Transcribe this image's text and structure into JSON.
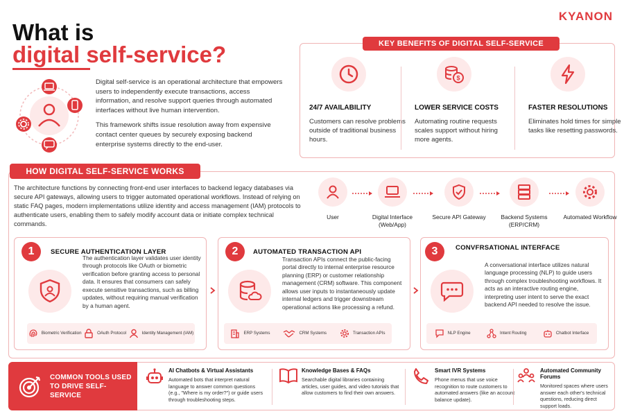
{
  "logo": "KYANON",
  "title": {
    "line1": "What is",
    "line2": "digital self-service?"
  },
  "intro": {
    "p1": "Digital self-service is an operational architecture that empowers users to independently execute transactions, access information, and resolve support queries through automated interfaces without live human intervention.",
    "p2": "This framework shifts issue resolution away from expensive contact center queues by securely exposing backend enterprise systems directly to the end-user."
  },
  "benefits": {
    "heading": "KEY BENEFITS OF DIGITAL SELF-SERVICE",
    "items": [
      {
        "icon": "clock-icon",
        "title": "24/7 AVAILABILITY",
        "desc": "Customers can resolve problems outside of traditional business hours."
      },
      {
        "icon": "coins-icon",
        "title": "LOWER SERVICE COSTS",
        "desc": "Automating routine requests scales support without hiring more agents."
      },
      {
        "icon": "lightning-icon",
        "title": "FASTER RESOLUTIONS",
        "desc": "Eliminates hold times for simple tasks like resetting passwords."
      }
    ]
  },
  "how": {
    "heading": "HOW DIGITAL SELF-SERVICE WORKS",
    "text": "The architecture functions by connecting front-end user interfaces to backend legacy databases via secure API gateways, allowing users to trigger automated operational workflows. Instead of relying on static FAQ pages, modern implementations utilize identity and access management (IAM) protocols to authenticate users, enabling them to safely modify account data or initiate complex technical commands.",
    "flow": [
      {
        "icon": "user-icon",
        "label": "User"
      },
      {
        "icon": "laptop-icon",
        "label": "Digital Interface (Web/App)"
      },
      {
        "icon": "shield-icon",
        "label": "Secure API Gateway"
      },
      {
        "icon": "server-icon",
        "label": "Backend Systems (ERP/CRM)"
      },
      {
        "icon": "gear-icon",
        "label": "Automated Workflow"
      }
    ],
    "cards": [
      {
        "num": "1",
        "title": "SECURE AUTHENTICATION LAYER",
        "desc": "The authentication layer validates user identity through protocols like OAuth or biometric verification before granting access to personal data. It ensures that consumers can safely execute sensitive transactions, such as billing updates, without requiring manual verification by a human agent.",
        "strip": [
          "Biometric Verification",
          "OAuth Protocol",
          "Identity Management (IAM)"
        ]
      },
      {
        "num": "2",
        "title": "AUTOMATED TRANSACTION API",
        "desc": "Transaction APIs connect the public-facing portal directly to internal enterprise resource planning (ERP) or customer relationship management (CRM) software. This component allows user inputs to instantaneously update internal ledgers and trigger downstream operational actions like processing a refund.",
        "strip": [
          "ERP Systems",
          "CRM Systems",
          "Transaction APIs"
        ]
      },
      {
        "num": "3",
        "title": "CONVFRSATIONAL INTERFACE",
        "desc": "A conversational interface utilizes natural language processing (NLP) to guide users through complex troubleshooting workflows. It acts as an interactive routing engine, interpreting user intent to serve the exact backend API needed to resolve the issue.",
        "strip": [
          "NLP Engine",
          "Intent Routing",
          "Chatbot Interface"
        ]
      }
    ]
  },
  "tools": {
    "heading": "COMMON TOOLS USED TO DRIVE SELF-SERVICE",
    "items": [
      {
        "icon": "robot-icon",
        "title": "AI Chatbots & Virtual Assistants",
        "desc": "Automated bots that interpret natural language to answer common questions (e.g., \"Where is my order?\") or guide users through troubleshooting steps."
      },
      {
        "icon": "book-icon",
        "title": "Knowledge Bases & FAQs",
        "desc": "Searchable digital libraries containing articles, user guides, and video tutorials that allow customers to find their own answers."
      },
      {
        "icon": "phone-icon",
        "title": "Smart IVR Systems",
        "desc": "Phone menus that use voice recognition to route customers to automated answers (like an account balance update)."
      },
      {
        "icon": "community-icon",
        "title": "Automated Community Forums",
        "desc": "Monitored spaces where users answer each other's technical questions, reducing direct support loads."
      }
    ]
  },
  "colors": {
    "accent": "#e03a3e",
    "tint": "#fde9e9",
    "border": "#f0b3b4"
  }
}
